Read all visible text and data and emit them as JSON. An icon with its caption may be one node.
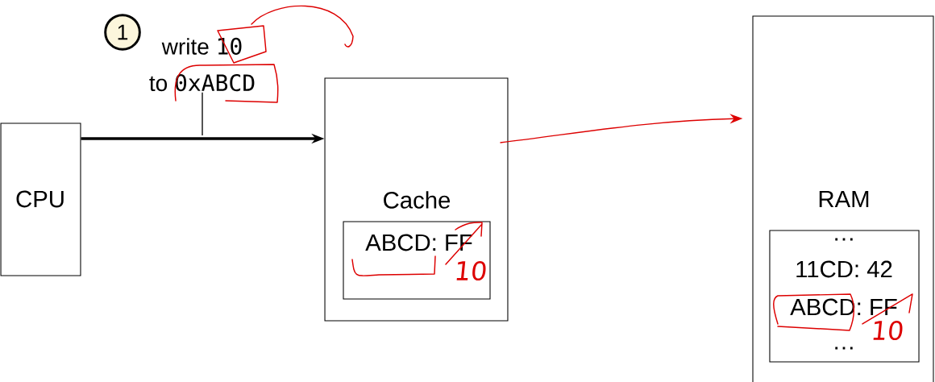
{
  "diagram": {
    "nodes": [
      {
        "text": [
          "1"
        ]
      },
      {
        "text": [
          "write",
          "10",
          "to",
          "0xABCD"
        ]
      },
      {
        "text": [
          "CPU"
        ]
      },
      {
        "text": [
          "Cache"
        ]
      },
      {
        "text": [
          "ABCD: FF",
          "10"
        ],
        "in": 3
      },
      {
        "text": [
          "RAM"
        ]
      },
      {
        "text": [
          "…",
          "11CD: 42",
          "ABCD: FF",
          "10",
          "…"
        ],
        "in": 5
      }
    ],
    "edges": [
      {
        "from": 2,
        "to": 3,
        "arrow": "to",
        "style": "thick"
      },
      {
        "from": 1,
        "to": null,
        "arrow": "none"
      },
      {
        "from": 3,
        "to": 5,
        "arrow": "to",
        "color": "#dd0000"
      }
    ]
  }
}
